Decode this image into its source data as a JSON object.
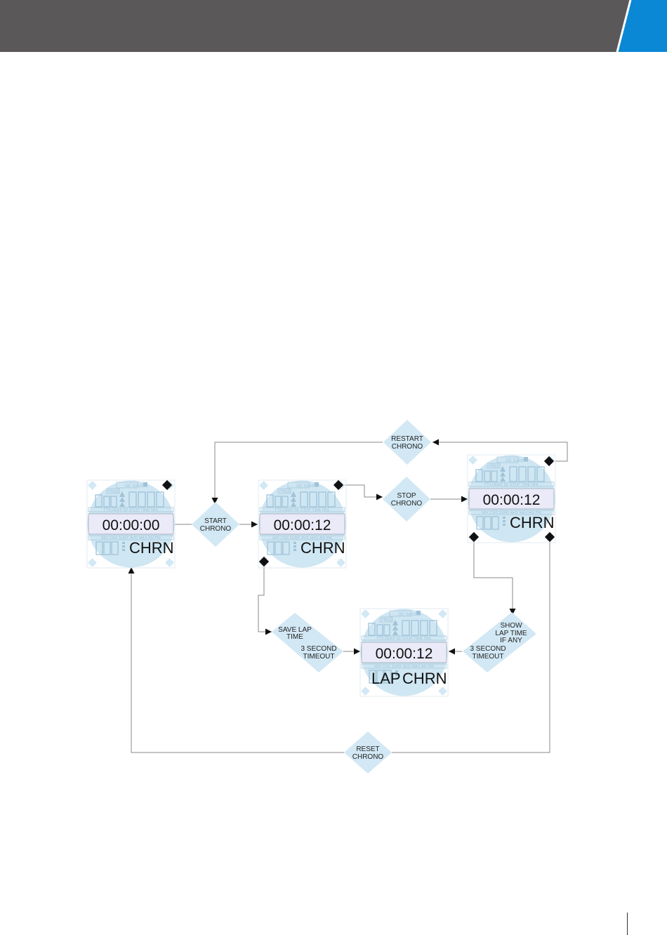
{
  "colors": {
    "header_bg": "#5a5859",
    "header_accent": "#0a87d5",
    "screen_bg": "#cfe6f3",
    "readout_bg": "#ebeaf8",
    "line": "#8a8a8a",
    "arrow": "#111111",
    "decision_fill": "#d2e8f4"
  },
  "ghost_labels": {
    "oc_gauge": "OC GAUGE",
    "free": "FREE",
    "row1": "TTS DEEP SF STOP TIME NDL",
    "row2": "MIX CNS SURF AVG MAX AM PM"
  },
  "screens": [
    {
      "id": "screen-1",
      "time": "00:00:00",
      "lap_label": "",
      "mode_label": "CHRN"
    },
    {
      "id": "screen-2",
      "time": "00:00:12",
      "lap_label": "",
      "mode_label": "CHRN"
    },
    {
      "id": "screen-3",
      "time": "00:00:12",
      "lap_label": "",
      "mode_label": "CHRN"
    },
    {
      "id": "screen-4",
      "time": "00:00:12",
      "lap_label": "LAP",
      "mode_label": "CHRN"
    }
  ],
  "decisions": {
    "restart": [
      "RESTART",
      "CHRONO"
    ],
    "start": [
      "START",
      "CHRONO"
    ],
    "stop": [
      "STOP",
      "CHRONO"
    ],
    "save_lap": [
      "SAVE LAP",
      "TIME"
    ],
    "timeout_left": [
      "3 SECOND",
      "TIMEOUT"
    ],
    "show_lap": [
      "SHOW",
      "LAP TIME",
      "IF ANY"
    ],
    "timeout_right": [
      "3 SECOND",
      "TIMEOUT"
    ],
    "reset": [
      "RESET",
      "CHRONO"
    ]
  }
}
